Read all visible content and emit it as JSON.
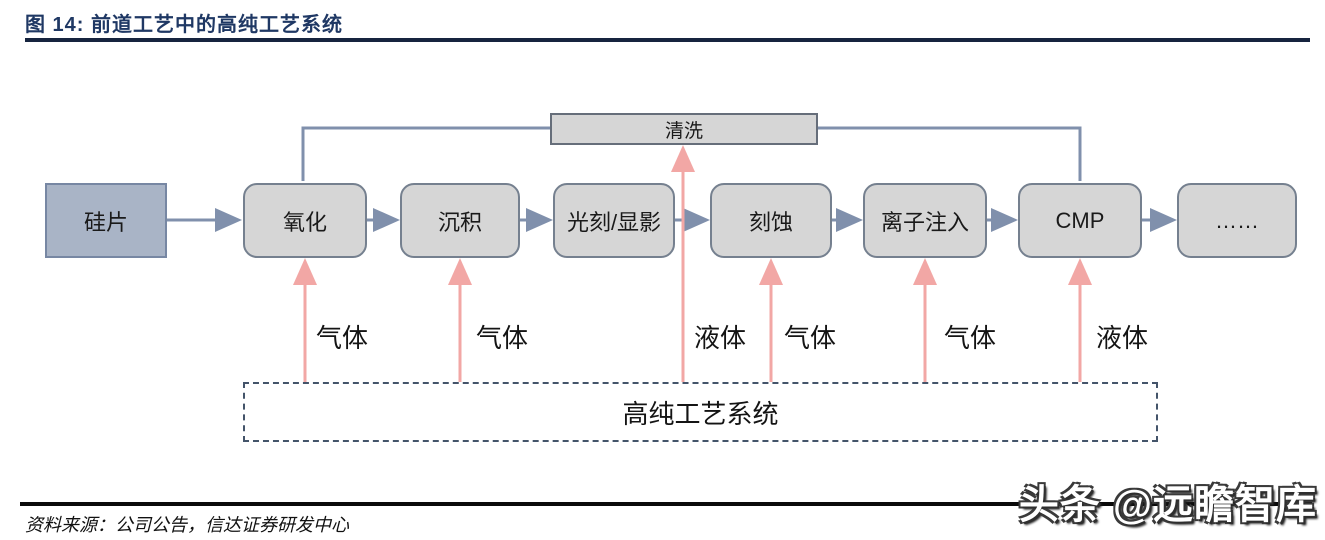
{
  "figure": {
    "title": "图 14:  前道工艺中的高纯工艺系统",
    "source": "资料来源：公司公告，信达证券研发中心",
    "watermark": "头条 @远瞻智库"
  },
  "diagram": {
    "clean": {
      "label": "清洗"
    },
    "nodes": [
      {
        "id": "silicon-wafer",
        "label": "硅片"
      },
      {
        "id": "oxidation",
        "label": "氧化"
      },
      {
        "id": "deposition",
        "label": "沉积"
      },
      {
        "id": "lithography-development",
        "label": "光刻/显影"
      },
      {
        "id": "etching",
        "label": "刻蚀"
      },
      {
        "id": "ion-implantation",
        "label": "离子注入"
      },
      {
        "id": "cmp",
        "label": "CMP"
      },
      {
        "id": "ellipsis",
        "label": "……"
      }
    ],
    "system": {
      "label": "高纯工艺系统"
    },
    "supplies": [
      {
        "target": "oxidation",
        "label": "气体"
      },
      {
        "target": "deposition",
        "label": "气体"
      },
      {
        "target": "clean",
        "label": "液体"
      },
      {
        "target": "etching",
        "label": "气体"
      },
      {
        "target": "ion-implantation",
        "label": "气体"
      },
      {
        "target": "cmp",
        "label": "液体"
      }
    ],
    "colors": {
      "title_navy": "#1f3864",
      "connector_blue": "#8090ac",
      "supply_pink": "#f2a7a5",
      "node_fill": "#d6d6d6",
      "node_border": "#75808f",
      "wafer_fill": "#a9b4c6",
      "dashed_border": "#44546a"
    }
  }
}
